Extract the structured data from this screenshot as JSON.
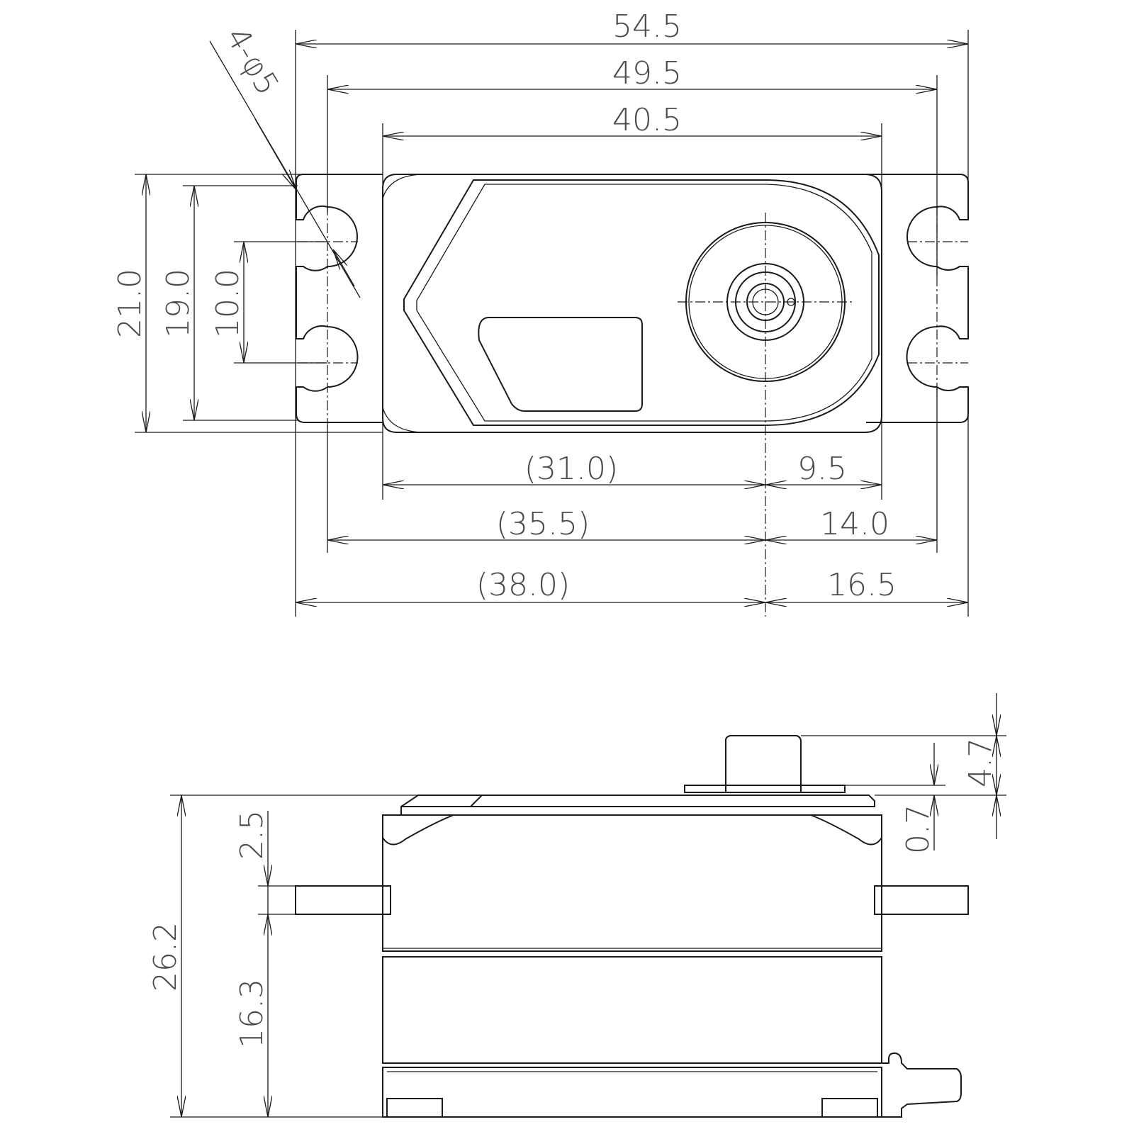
{
  "top_view": {
    "overall_length": "54.5",
    "mounting_hole_pitch": "49.5",
    "case_length": "40.5",
    "hole_spec": "4-φ5",
    "overall_width": "21.0",
    "tab_width": "19.0",
    "hole_spacing": "10.0",
    "case_to_shaft": "(31.0)",
    "shaft_to_case_end": "9.5",
    "hole_to_shaft": "(35.5)",
    "shaft_to_hole": "14.0",
    "end_to_shaft": "(38.0)",
    "shaft_to_end": "16.5"
  },
  "side_view": {
    "overall_height": "26.2",
    "tab_thickness": "2.5",
    "tab_height_from_base": "16.3",
    "spline_height": "4.7",
    "boss_height": "0.7"
  }
}
